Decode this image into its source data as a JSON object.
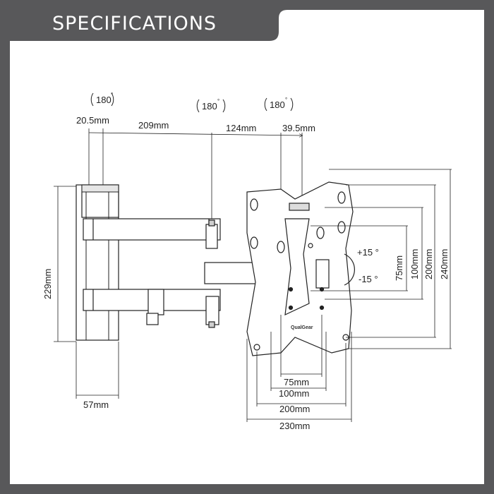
{
  "header": {
    "title": "SPECIFICATIONS"
  },
  "rotation": {
    "label_1": "180",
    "label_2": "180",
    "label_3": "180",
    "degree": "°"
  },
  "dimensions": {
    "arm_offset": "20.5mm",
    "arm_1": "209mm",
    "arm_2": "124mm",
    "plate_offset": "39.5mm",
    "wall_plate_height": "229mm",
    "wall_plate_width": "57mm",
    "vesa_75_w": "75mm",
    "vesa_100_w": "100mm",
    "vesa_200_w": "200mm",
    "plate_width": "230mm",
    "vesa_75_h": "75mm",
    "vesa_100_h": "100mm",
    "vesa_200_h": "200mm",
    "plate_height": "240mm"
  },
  "tilt": {
    "up": "+15 °",
    "down": "-15 °"
  },
  "brand": {
    "logo_text": "QualGear"
  }
}
